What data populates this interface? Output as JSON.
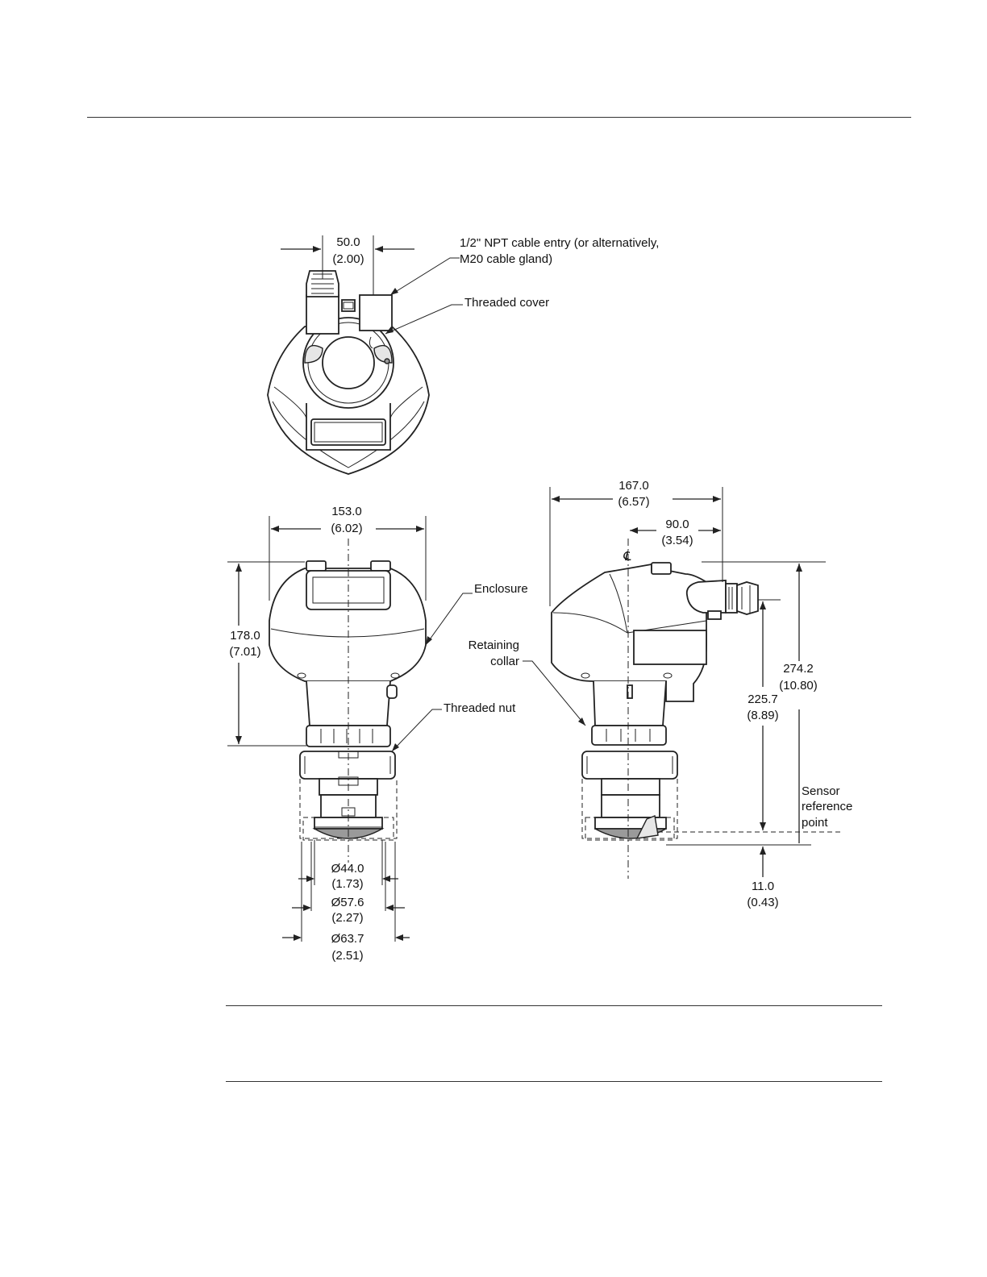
{
  "labels": {
    "cable_entry_line1": "1/2\" NPT cable entry (or alternatively,",
    "cable_entry_line2": "M20 cable gland)",
    "threaded_cover": "Threaded cover",
    "enclosure": "Enclosure",
    "retaining_collar_line1": "Retaining",
    "retaining_collar_line2": "collar",
    "threaded_nut": "Threaded nut",
    "sensor_ref_line1": "Sensor",
    "sensor_ref_line2": "reference",
    "sensor_ref_line3": "point",
    "centerline_symbol": "℄"
  },
  "dimensions": {
    "top_width": {
      "mm": "50.0",
      "in": "(2.00)"
    },
    "front_width": {
      "mm": "153.0",
      "in": "(6.02)"
    },
    "front_height": {
      "mm": "178.0",
      "in": "(7.01)"
    },
    "side_width": {
      "mm": "167.0",
      "in": "(6.57)"
    },
    "side_offset": {
      "mm": "90.0",
      "in": "(3.54)"
    },
    "overall_height": {
      "mm": "274.2",
      "in": "(10.80)"
    },
    "gland_to_ref": {
      "mm": "225.7",
      "in": "(8.89)"
    },
    "ref_offset": {
      "mm": "11.0",
      "in": "(0.43)"
    },
    "dia_44": {
      "mm": "Ø44.0",
      "in": "(1.73)"
    },
    "dia_57": {
      "mm": "Ø57.6",
      "in": "(2.27)"
    },
    "dia_63": {
      "mm": "Ø63.7",
      "in": "(2.51)"
    }
  }
}
